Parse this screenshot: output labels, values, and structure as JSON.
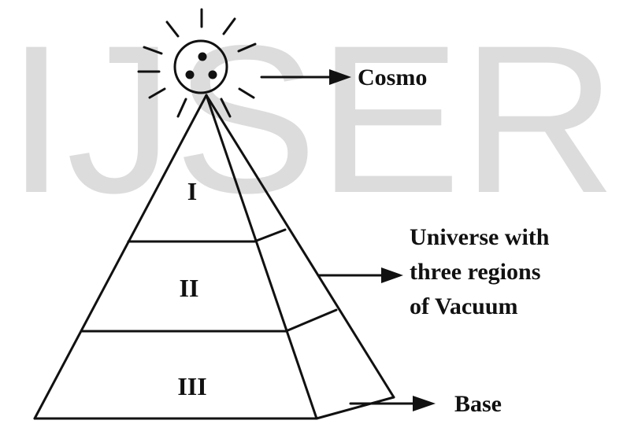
{
  "watermark": "IJSER",
  "labels": {
    "cosmo": "Cosmo",
    "universe": [
      "Universe with",
      "three regions",
      "of Vacuum"
    ],
    "base": "Base"
  },
  "regions": [
    "I",
    "II",
    "III"
  ],
  "colors": {
    "ink": "#111111",
    "watermark": "#dcdcdc",
    "background": "#ffffff"
  }
}
